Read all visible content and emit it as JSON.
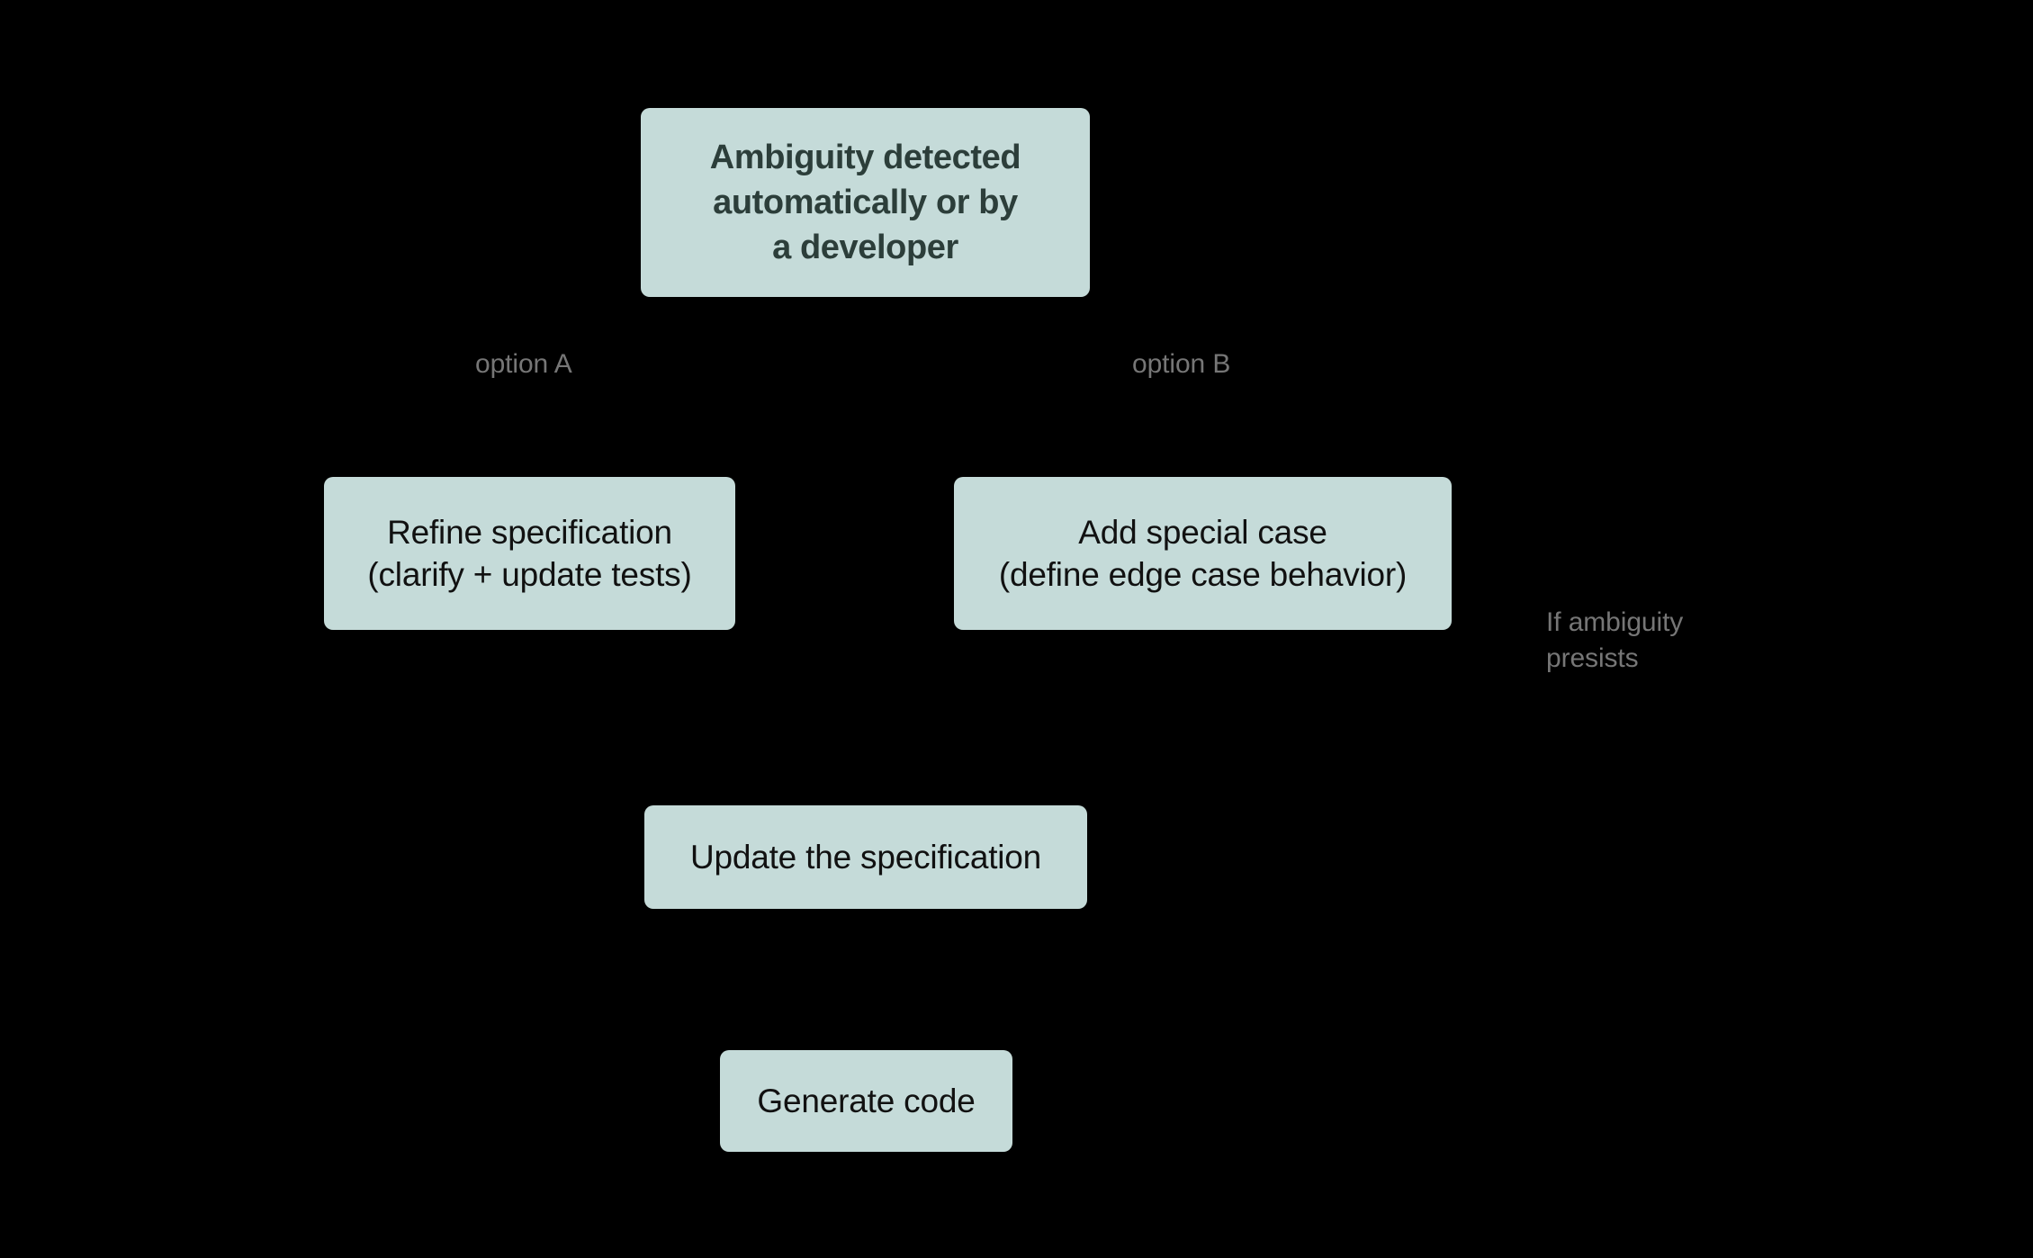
{
  "diagram": {
    "background_color": "#000000",
    "node_fill_color": "#c5dbd9",
    "node_text_color": "#111111",
    "emphasis_text_color": "#2c3e3a",
    "label_text_color": "#767676",
    "nodes": [
      {
        "id": "ambiguity-detected",
        "text": "Ambiguity detected\nautomatically or by\na developer",
        "emphasis": true
      },
      {
        "id": "refine-specification",
        "text": "Refine specification\n(clarify + update tests)",
        "emphasis": false
      },
      {
        "id": "add-special-case",
        "text": "Add special case\n(define edge case behavior)",
        "emphasis": false
      },
      {
        "id": "update-specification",
        "text": "Update the specification",
        "emphasis": false
      },
      {
        "id": "generate-code",
        "text": "Generate code",
        "emphasis": false
      }
    ],
    "edge_labels": [
      {
        "id": "option-a",
        "text": "option A"
      },
      {
        "id": "option-b",
        "text": "option B"
      },
      {
        "id": "ambiguity-persists",
        "text": "If ambiguity\npresists"
      }
    ]
  }
}
